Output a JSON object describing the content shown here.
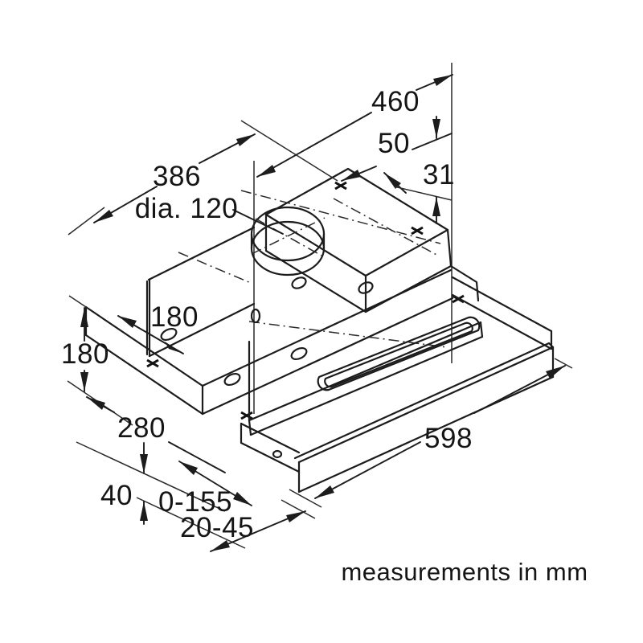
{
  "diagram": {
    "note": "measurements in mm",
    "dims": {
      "depth_total": "460",
      "duct_offset": "50",
      "step_height": "31",
      "depth_inner": "386",
      "duct_diameter": "dia. 120",
      "inner_height": "180",
      "left_height": "180",
      "bottom_depth": "280",
      "flange_height": "40",
      "pullout_travel": "0-155",
      "panel_range": "20-45",
      "width": "598"
    },
    "colors": {
      "line": "#1c1c1c",
      "text": "#151515",
      "background": "#ffffff"
    }
  }
}
